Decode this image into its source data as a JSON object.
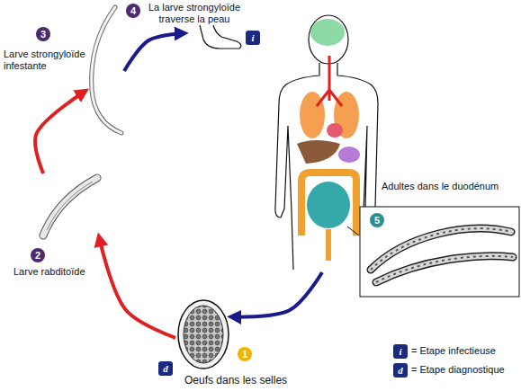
{
  "diagram": {
    "nodes": [
      {
        "text": [
          "Oeufs dans les selles"
        ]
      },
      {
        "text": [
          "Larve rabditoïde"
        ]
      },
      {
        "text": [
          "Larve strongyloïde infestante"
        ]
      },
      {
        "text": [
          "La larve strongyloïde traverse la peau"
        ]
      },
      {
        "text": [
          "Adultes dans le duodénum"
        ]
      }
    ],
    "edges": [
      {
        "from": 0,
        "to": 1,
        "arrow": "to"
      },
      {
        "from": 1,
        "to": 2,
        "arrow": "to"
      },
      {
        "from": 2,
        "to": 3,
        "arrow": "to"
      },
      {
        "from": 4,
        "to": 0,
        "arrow": "to"
      }
    ],
    "labels": [
      "4",
      "i",
      "3",
      "2",
      "1",
      "d",
      "5",
      "i",
      "d"
    ],
    "legend": [
      {
        "text": "= Etape infectieuse"
      },
      {
        "text": "= Etape diagnostique"
      }
    ]
  }
}
